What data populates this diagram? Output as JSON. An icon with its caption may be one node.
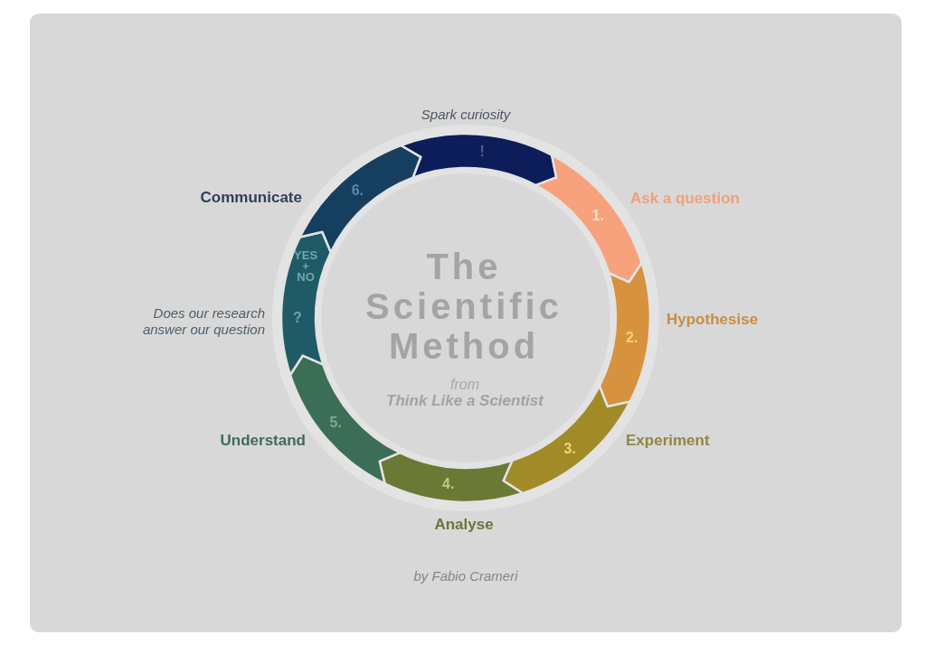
{
  "diagram": {
    "title": "The Scientific Method",
    "caption": "by Fabio Crameri",
    "nodes": [
      {
        "text": [
          "!"
        ],
        "beside": [
          "Spark curiosity"
        ]
      },
      {
        "text": [
          "1."
        ],
        "beside": [
          "Ask a question"
        ]
      },
      {
        "text": [
          "2."
        ],
        "beside": [
          "Hypothesise"
        ]
      },
      {
        "text": [
          "3."
        ],
        "beside": [
          "Experiment"
        ]
      },
      {
        "text": [
          "4."
        ],
        "beside": [
          "Analyse"
        ]
      },
      {
        "text": [
          "5."
        ],
        "beside": [
          "Understand"
        ]
      },
      {
        "text": [
          "YES + NO",
          "?"
        ],
        "beside": [
          "Does our research answer our question"
        ]
      },
      {
        "text": [
          "6."
        ],
        "beside": [
          "Communicate"
        ]
      }
    ],
    "labels": [
      "from **Think Like a Scientist**"
    ]
  }
}
